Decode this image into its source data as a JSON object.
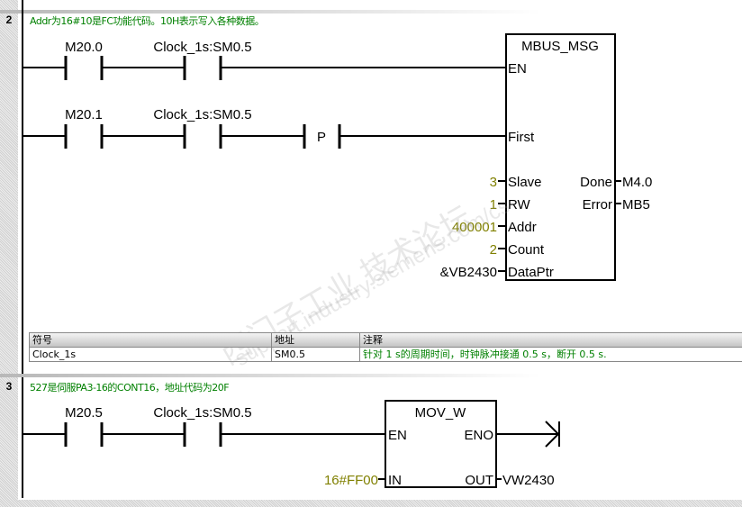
{
  "networks": [
    {
      "number": "2",
      "comment": "Addr为16#10是FC功能代码。10H表示写入各种数据。",
      "rung1": {
        "contact1": "M20.0",
        "contact2": "Clock_1s:SM0.5"
      },
      "rung2": {
        "contact1": "M20.1",
        "contact2": "Clock_1s:SM0.5",
        "edge": "P"
      },
      "block": {
        "title": "MBUS_MSG",
        "en": "EN",
        "first": "First",
        "inputs": [
          {
            "pin": "Slave",
            "value": "3"
          },
          {
            "pin": "RW",
            "value": "1"
          },
          {
            "pin": "Addr",
            "value": "400001"
          },
          {
            "pin": "Count",
            "value": "2"
          },
          {
            "pin": "DataPtr",
            "value": "&VB2430"
          }
        ],
        "outputs": [
          {
            "pin": "Done",
            "value": "M4.0"
          },
          {
            "pin": "Error",
            "value": "MB5"
          }
        ]
      },
      "symbol_table": {
        "headers": [
          "符号",
          "地址",
          "注释"
        ],
        "rows": [
          [
            "Clock_1s",
            "SM0.5",
            "针对 1 s的周期时间，时钟脉冲接通 0.5 s，断开 0.5 s."
          ]
        ]
      }
    },
    {
      "number": "3",
      "comment": "527是伺服PA3-16的CONT16，地址代码为20F",
      "rung1": {
        "contact1": "M20.5",
        "contact2": "Clock_1s:SM0.5"
      },
      "block": {
        "title": "MOV_W",
        "en": "EN",
        "eno": "ENO",
        "in_pin": "IN",
        "in_value": "16#FF00",
        "out_pin": "OUT",
        "out_value": "VW2430"
      }
    }
  ],
  "watermark": {
    "line1": "西门子工业  技术论坛",
    "line2": "support.industry.siemens.com/cs"
  },
  "colors": {
    "comment": "#008000",
    "constant": "#808000",
    "line": "#000000"
  }
}
